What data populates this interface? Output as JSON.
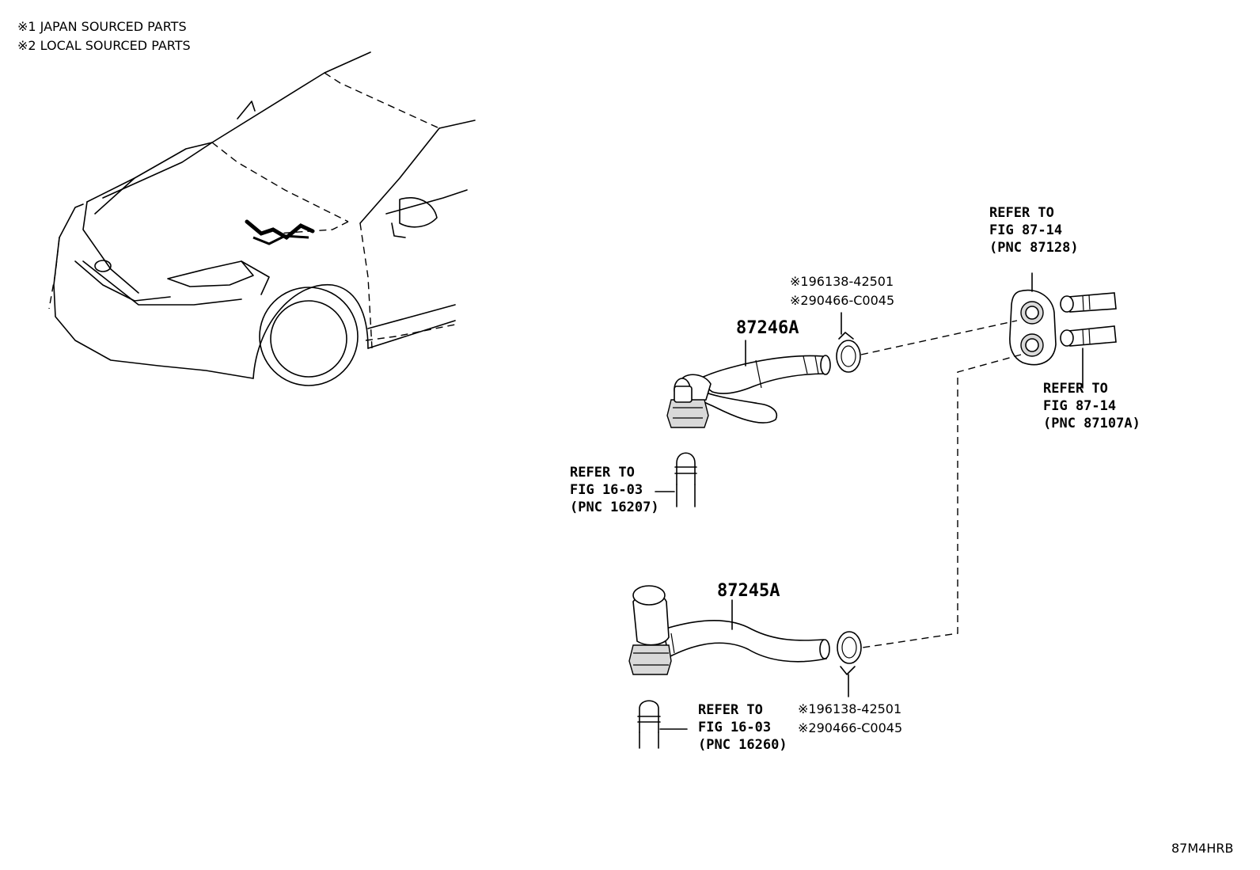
{
  "legend": {
    "line1": "※1 JAPAN SOURCED PARTS",
    "line2": "※2 LOCAL SOURCED PARTS"
  },
  "parts": {
    "upper_hose": "87246A",
    "lower_hose": "87245A"
  },
  "clamps": {
    "upper": {
      "code1": "※196138-42501",
      "code2": "※290466-C0045"
    },
    "lower": {
      "code1": "※196138-42501",
      "code2": "※290466-C0045"
    }
  },
  "refs": {
    "grommet": {
      "l1": "REFER TO",
      "l2": "FIG 87-14",
      "l3": "(PNC 87128)"
    },
    "pipes": {
      "l1": "REFER TO",
      "l2": "FIG 87-14",
      "l3": "(PNC 87107A)"
    },
    "engine_upper": {
      "l1": "REFER TO",
      "l2": "FIG 16-03",
      "l3": "(PNC 16207)"
    },
    "engine_lower": {
      "l1": "REFER TO",
      "l2": "FIG 16-03",
      "l3": "(PNC 16260)"
    }
  },
  "diagram_code": "87M4HRB"
}
